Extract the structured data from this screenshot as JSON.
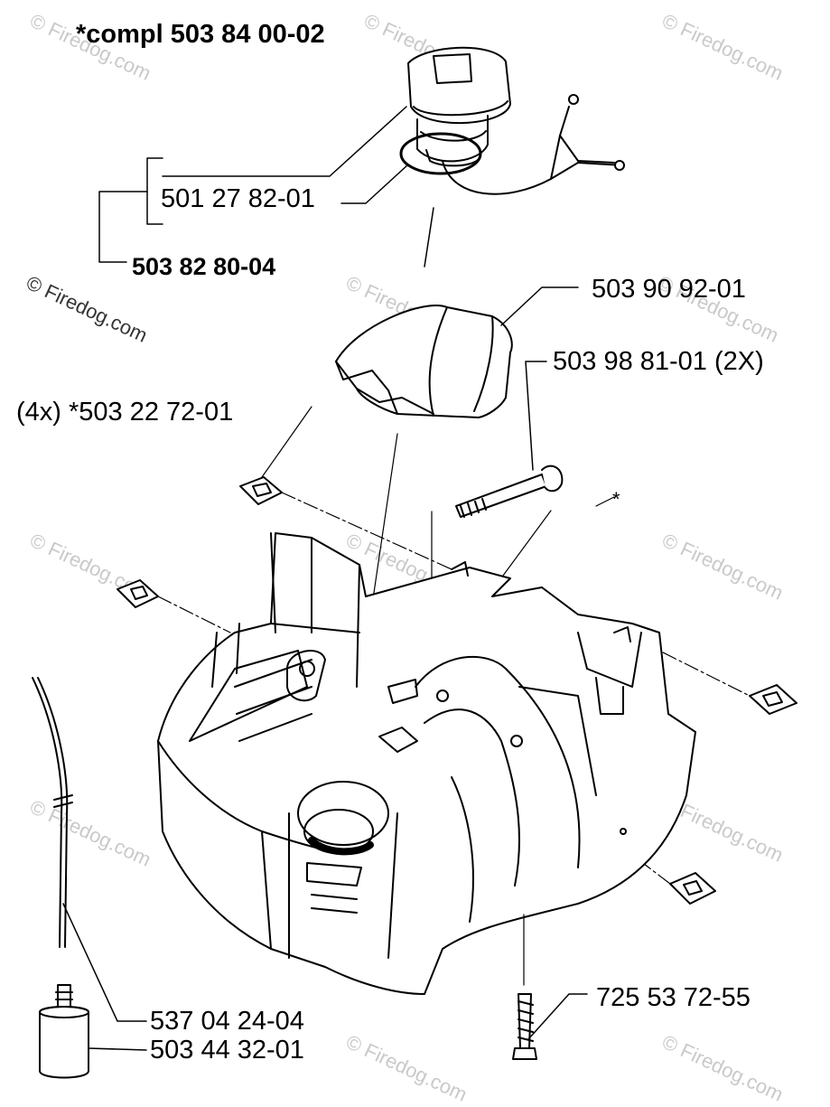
{
  "labels": {
    "compl": "*compl 503 84 00-02",
    "cap_seal": "501 27 82-01",
    "cap_assembly": "503 82 80-04",
    "cover": "503 90 92-01",
    "bolt": "503 98 81-01 (2X)",
    "nut": "(4x) *503 22 72-01",
    "asterisk": "*",
    "screw": "725 53 72-55",
    "hose": "537 04 24-04",
    "filter": "503 44 32-01"
  },
  "watermarks": {
    "primary": "© Firedog.com",
    "repeat": "© Firedog.com"
  },
  "colors": {
    "line": "#000000",
    "watermark": "#c9c9c9"
  }
}
